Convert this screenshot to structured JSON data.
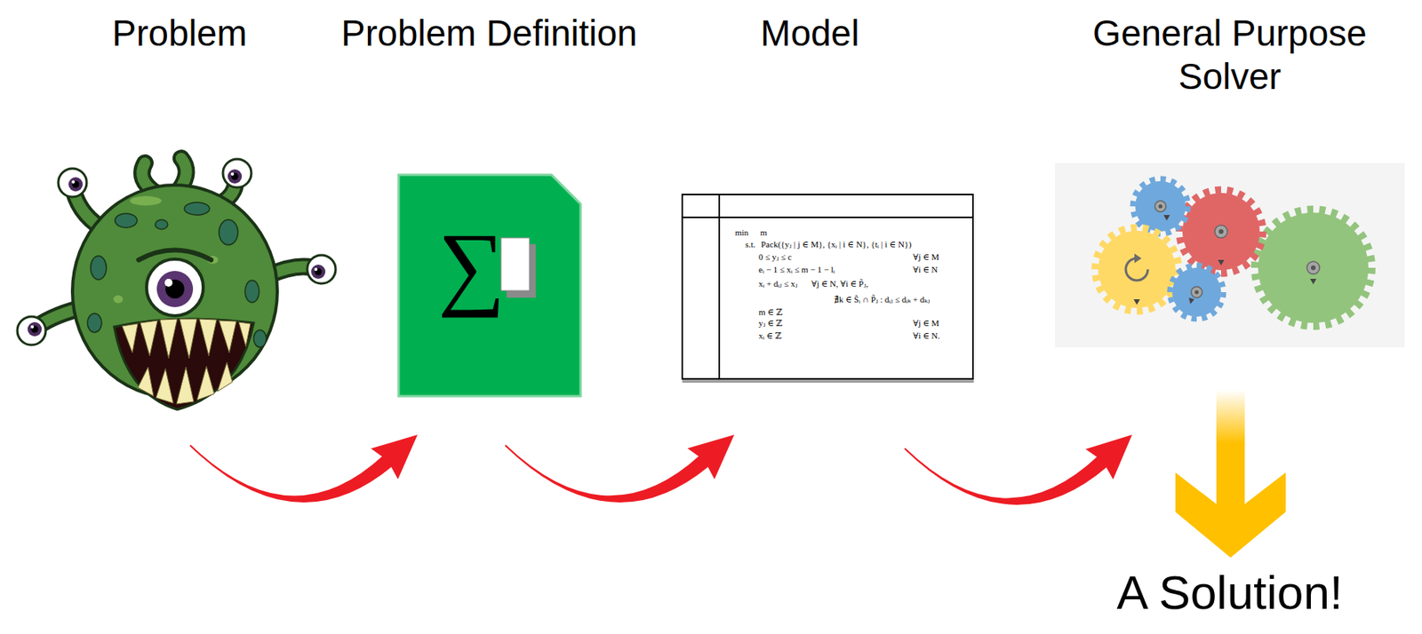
{
  "diagram": {
    "nodes": [
      {
        "text": [
          "Problem"
        ]
      },
      {
        "text": [
          "Problem Definition",
          "∑"
        ]
      },
      {
        "text": [
          "Model",
          "min",
          "m",
          "s.t.",
          "Pack({yⱼ | j ∈ M}, {xᵢ | i ∈ N}, {tᵢ | i ∈ N})",
          "0 ≤ yⱼ ≤ c",
          "∀j ∈ M",
          "eᵢ − 1 ≤ xᵢ ≤ m − 1 − lᵢ",
          "∀i ∈ N",
          "xᵢ + dᵢⱼ ≤ xⱼ",
          "∀j ∈ N, ∀i ∈ P̃ⱼ,",
          "∄k ∈ Ŝᵢ ∩ P̃ⱼ : dᵢⱼ ≤ dᵢₖ + dₖⱼ",
          "m ∈ ℤ",
          "yⱼ ∈ ℤ",
          "∀j ∈ M",
          "xᵢ ∈ ℤ",
          "∀i ∈ N."
        ]
      },
      {
        "text": [
          "General Purpose Solver"
        ]
      },
      {
        "text": [
          "A Solution!"
        ]
      }
    ],
    "edges": [
      {
        "from": 0,
        "to": 1,
        "arrow": "to"
      },
      {
        "from": 1,
        "to": 2,
        "arrow": "to"
      },
      {
        "from": 2,
        "to": 3,
        "arrow": "to"
      },
      {
        "from": 3,
        "to": 4,
        "arrow": "to"
      }
    ]
  }
}
